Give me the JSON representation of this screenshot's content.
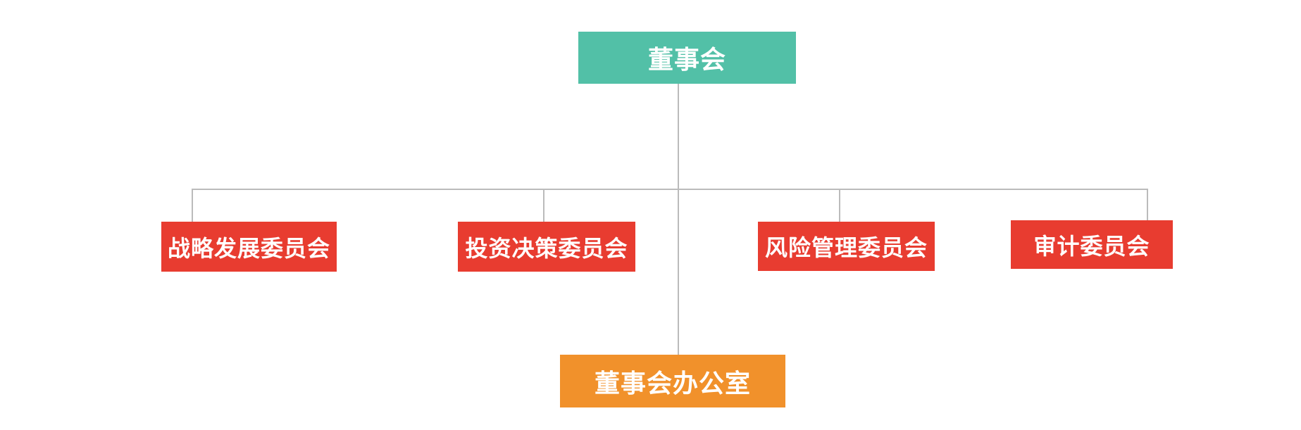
{
  "diagram": {
    "type": "org-chart",
    "connector_color": "#BBBBBB",
    "nodes": {
      "board": {
        "label": "董事会",
        "color": "#52C0A7",
        "text_color": "#ffffff"
      },
      "committees": [
        {
          "label": "战略发展委员会",
          "color": "#E83C30",
          "text_color": "#ffffff"
        },
        {
          "label": "投资决策委员会",
          "color": "#E83C30",
          "text_color": "#ffffff"
        },
        {
          "label": "风险管理委员会",
          "color": "#E83C30",
          "text_color": "#ffffff"
        },
        {
          "label": "审计委员会",
          "color": "#E83C30",
          "text_color": "#ffffff"
        }
      ],
      "office": {
        "label": "董事会办公室",
        "color": "#F1912B",
        "text_color": "#ffffff"
      }
    },
    "relations": {
      "parent": "董事会",
      "children": [
        "战略发展委员会",
        "投资决策委员会",
        "风险管理委员会",
        "审计委员会",
        "董事会办公室"
      ]
    }
  }
}
